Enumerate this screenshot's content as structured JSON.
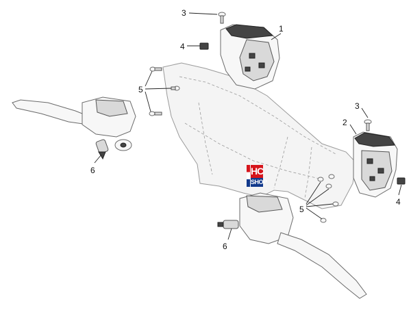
{
  "diagram": {
    "callouts": {
      "c1": "1",
      "c2": "2",
      "c3_top": "3",
      "c3_right": "3",
      "c4_top": "4",
      "c4_right": "4",
      "c5_left": "5",
      "c5_right": "5",
      "c6_left": "6",
      "c6_bottom": "6"
    },
    "logo": {
      "brand": "HC",
      "sub": "SHOP",
      "colors": {
        "red": "#d6141b",
        "blue": "#123a8c"
      }
    }
  }
}
